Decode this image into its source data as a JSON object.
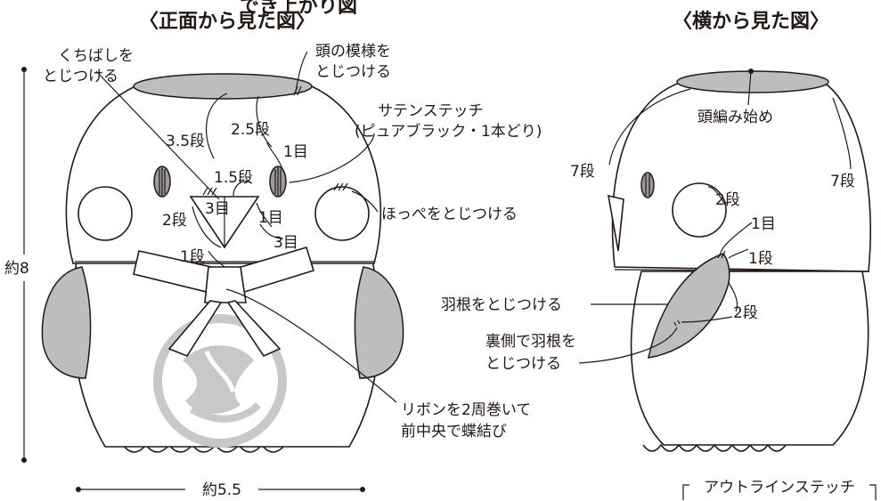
{
  "title": "でき上がり図",
  "front_view": {
    "heading": "〈正面から見た図〉",
    "labels": {
      "beak_attach": [
        "くちばしを",
        "とじつける"
      ],
      "head_pattern": [
        "頭の模様を",
        "とじつける"
      ],
      "satin_stitch": [
        "サテンステッチ",
        "(ピュアブラック・1本どり)"
      ],
      "rows_3_5": "3.5段",
      "rows_2_5": "2.5段",
      "stitch_1_a": "1目",
      "rows_1_5": "1.5段",
      "stitch_3_a": "3目",
      "rows_2": "2段",
      "stitch_1_b": "1目",
      "stitch_3_b": "3目",
      "cheek_attach": "ほっぺをとじつける",
      "rows_1": "1段",
      "ribbon": [
        "リボンを2周巻いて",
        "前中央で蝶結び"
      ],
      "height": "約8",
      "width": "約5.5"
    }
  },
  "side_view": {
    "heading": "〈横から見た図〉",
    "labels": {
      "head_start": "頭編み始め",
      "rows_7_left": "7段",
      "rows_7_right": "7段",
      "rows_2_cheek": "2段",
      "stitch_1": "1目",
      "rows_1": "1段",
      "wing_attach": "羽根をとじつける",
      "rows_2_wing": "2段",
      "back_wing": [
        "裏側で羽根を",
        "とじつける"
      ],
      "outline_stitch": "アウトラインステッチ"
    }
  },
  "colors": {
    "line": "#231815",
    "gray_fill": "#bdbdbd",
    "emblem": "#c8c8c8"
  }
}
